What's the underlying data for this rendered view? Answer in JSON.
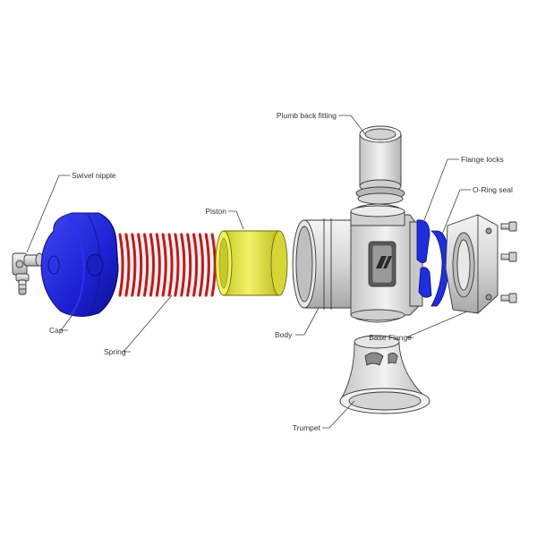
{
  "labels": {
    "plumb_back_fitting": "Plumb back fitting",
    "flange_locks": "Flange locks",
    "o_ring_seal": "O-Ring seal",
    "swivel_nipple": "Swivel nipple",
    "piston": "Piston",
    "cap": "Cap",
    "spring": "Spring",
    "body": "Body",
    "base_flange": "Base Flange",
    "trumpet": "Trumpet"
  },
  "colors": {
    "cap": "#1c22d4",
    "spring": "#e02020",
    "piston": "#e4e43a",
    "o_ring_seal": "#1e2ee0",
    "flange_locks": "#1e2ee0",
    "metal": "#d8d8d8"
  }
}
